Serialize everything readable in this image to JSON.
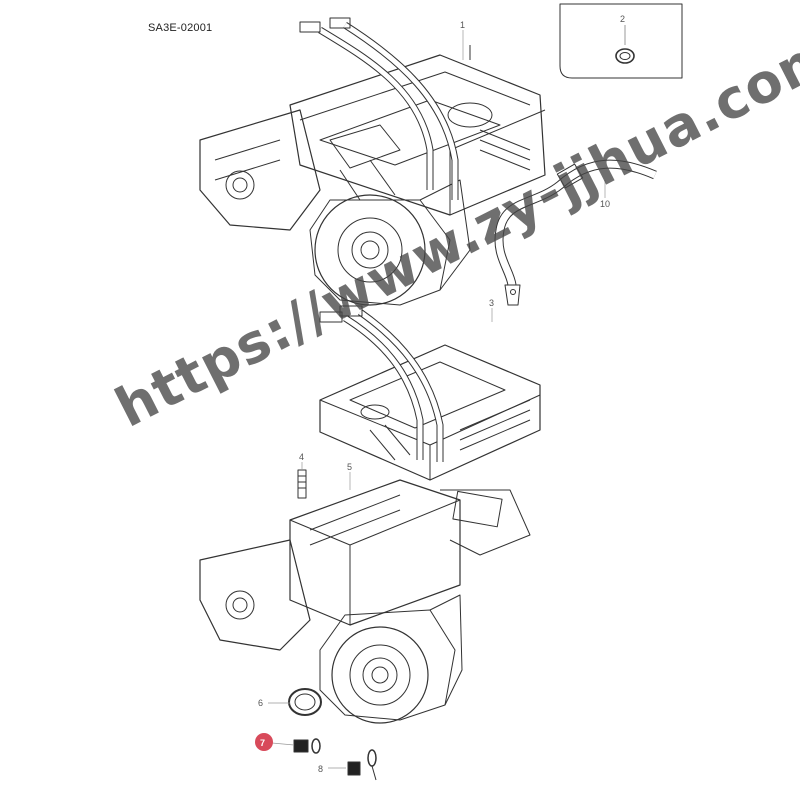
{
  "diagram_code": "SA3E-02001",
  "watermark": "https://www.zy-jjhua.com",
  "callouts": [
    {
      "label": "1"
    },
    {
      "label": "2"
    },
    {
      "label": "10"
    },
    {
      "label": "3"
    },
    {
      "label": "4"
    },
    {
      "label": "5"
    },
    {
      "label": "6"
    },
    {
      "label": "7",
      "highlighted": true
    },
    {
      "label": "8"
    }
  ],
  "colors": {
    "line": "#333333",
    "highlight": "#d84a5a",
    "watermark": "#464646"
  }
}
